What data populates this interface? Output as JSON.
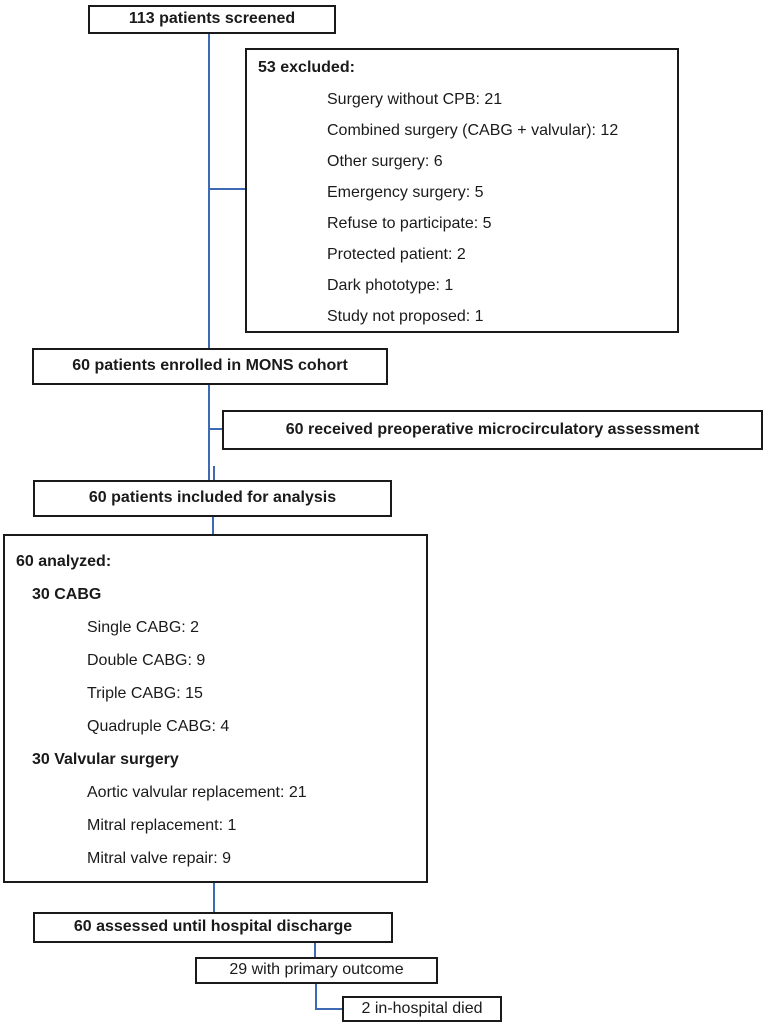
{
  "diagram": {
    "type": "patient-flowchart",
    "colors": {
      "connector_blue": "#3e6ab3",
      "box_border": "#1a1a1a",
      "text": "#1a1a1a",
      "background": "#ffffff"
    },
    "boxes": {
      "screened": {
        "label": "113 patients screened"
      },
      "excluded": {
        "header": "53 excluded:",
        "items": [
          "Surgery without CPB: 21",
          "Combined surgery (CABG + valvular): 12",
          "Other surgery: 6",
          "Emergency surgery: 5",
          "Refuse to participate: 5",
          "Protected patient: 2",
          "Dark phototype: 1",
          "Study not proposed: 1"
        ]
      },
      "enrolled": {
        "label": "60 patients enrolled in MONS cohort"
      },
      "preop_assessment": {
        "label": "60 received preoperative microcirculatory assessment"
      },
      "included": {
        "label": "60 patients included for analysis"
      },
      "analyzed": {
        "header": "60 analyzed:",
        "groups": [
          {
            "label": "30 CABG",
            "items": [
              "Single CABG: 2",
              "Double CABG: 9",
              "Triple CABG: 15",
              "Quadruple CABG: 4"
            ]
          },
          {
            "label": "30 Valvular surgery",
            "items": [
              "Aortic valvular replacement: 21",
              "Mitral replacement: 1",
              "Mitral valve repair: 9"
            ]
          }
        ]
      },
      "assessed": {
        "label": "60 assessed until hospital discharge"
      },
      "primary_outcome": {
        "label": "29 with primary outcome"
      },
      "died": {
        "label": "2 in-hospital died"
      }
    }
  }
}
